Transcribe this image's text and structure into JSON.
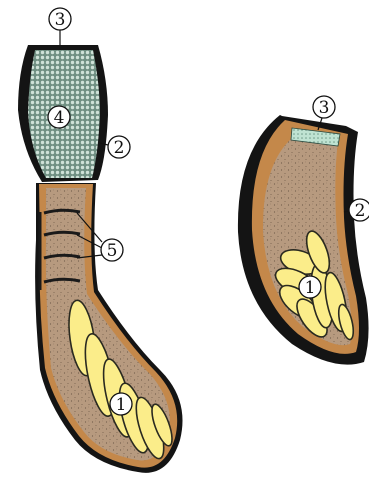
{
  "labels": {
    "left_3": "3",
    "left_4": "4",
    "left_2": "2",
    "left_5": "5",
    "left_1": "1",
    "right_3": "3",
    "right_2": "2",
    "right_1": "1"
  },
  "colors": {
    "outline": "#141414",
    "wall": "#c4884a",
    "cavity": "#b79a7f",
    "mesh": "#7a9a8c",
    "mesh_cell": "#c9ddd3",
    "cap": "#bfe3d2",
    "grain": "#fbed8a",
    "grain_edge": "#2a2a20"
  }
}
